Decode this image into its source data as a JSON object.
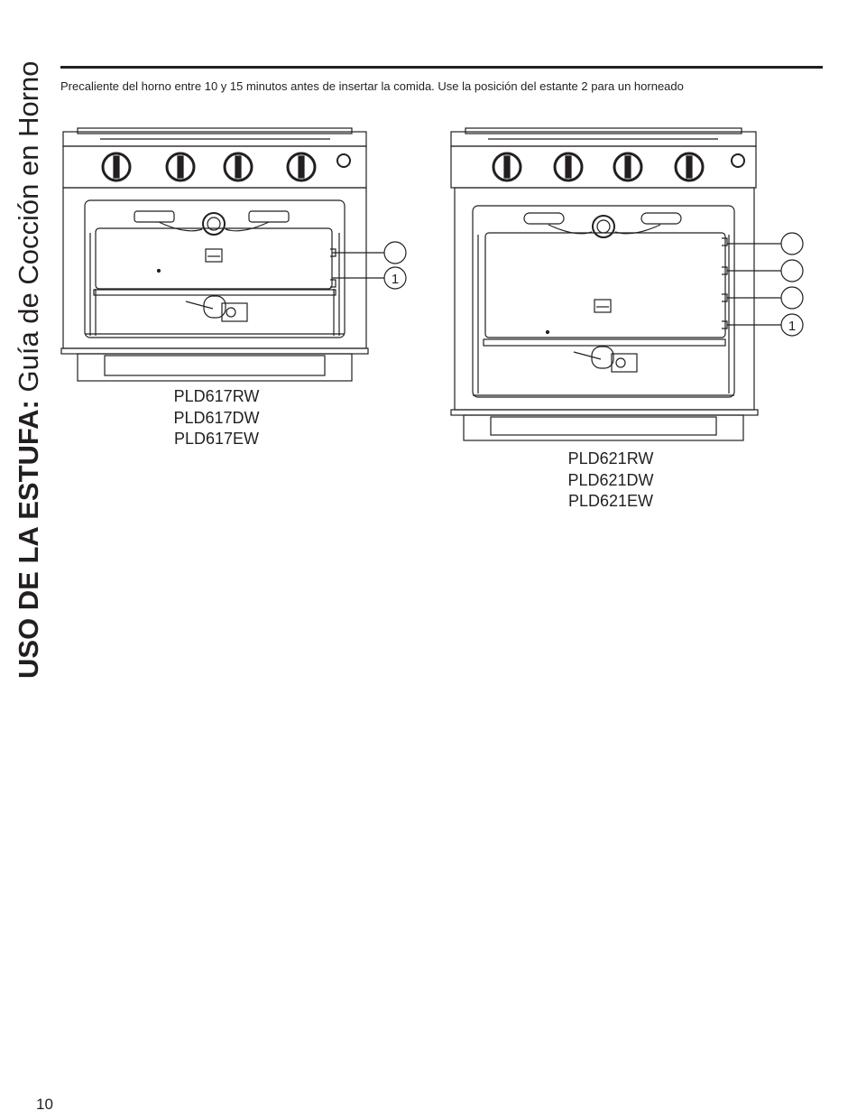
{
  "sidebar": {
    "title_bold": "USO DE LA ESTUFA:",
    "title_light": " Guía de Cocción en Horno"
  },
  "intro_text": "Precaliente del horno entre 10 y 15 minutos antes de insertar la comida. Use la posición del estante 2 para un horneado",
  "figures": {
    "left": {
      "rack_labels": [
        "",
        "1"
      ],
      "models": [
        "PLD617RW",
        "PLD617DW",
        "PLD617EW"
      ]
    },
    "right": {
      "rack_labels": [
        "",
        "",
        "",
        "1"
      ],
      "models": [
        "PLD621RW",
        "PLD621DW",
        "PLD621EW"
      ]
    }
  },
  "page_number": "10"
}
